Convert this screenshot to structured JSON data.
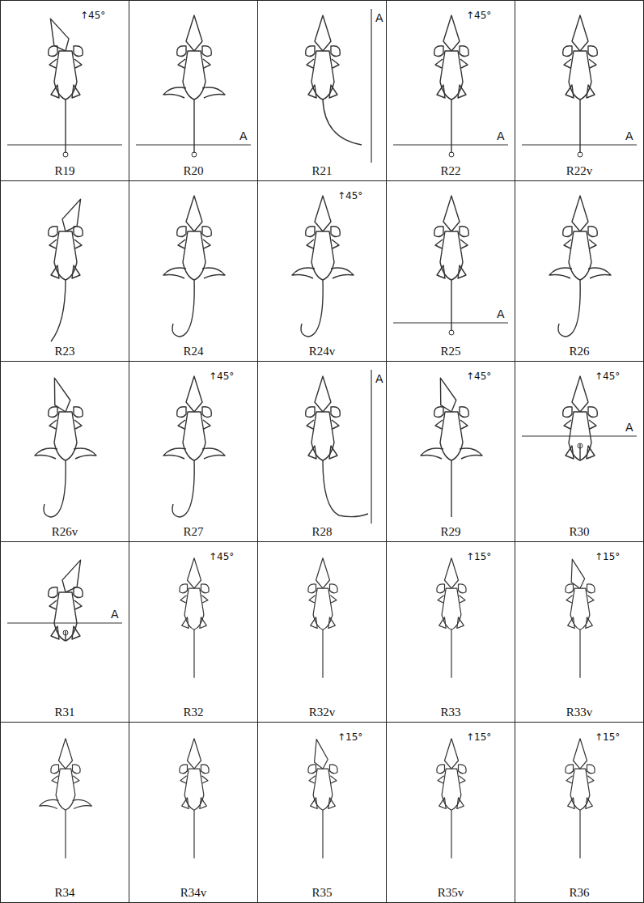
{
  "diagram": {
    "labels": [
      "↑45°",
      "R19",
      "A",
      "R20",
      "A",
      "R21",
      "↑45°",
      "A",
      "R22",
      "A",
      "R22v",
      "R23",
      "R24",
      "↑45°",
      "R24v",
      "A",
      "R25",
      "R26",
      "R26v",
      "↑45°",
      "R27",
      "A",
      "R28",
      "↑45°",
      "R29",
      "↑45°",
      "A",
      "R30",
      "A",
      "R31",
      "↑45°",
      "R32",
      "R32v",
      "↑15°",
      "R33",
      "↑15°",
      "R33v",
      "R34",
      "R34v",
      "↑15°",
      "R35",
      "↑15°",
      "R35v",
      "↑15°",
      "R36"
    ]
  }
}
